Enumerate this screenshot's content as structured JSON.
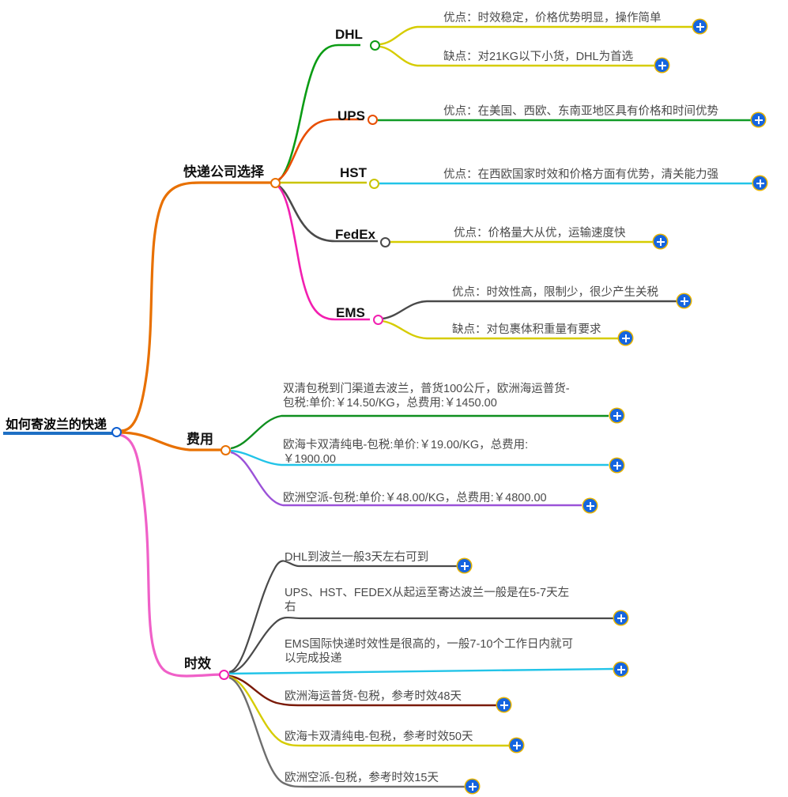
{
  "document": {
    "type": "mind-map",
    "language": "zh-CN",
    "background": "#ffffff"
  },
  "root": {
    "label": "如何寄波兰的快递",
    "underline_color": "#1e6fc4",
    "handle_color": "#0f5fd0"
  },
  "branches": [
    {
      "id": "carrier",
      "label": "快递公司选择",
      "line_color": "#e87000",
      "handle_color": "#e87000",
      "children": [
        {
          "label": "DHL",
          "line_color": "#0b9c14",
          "handle_color": "#0b9c14",
          "leaves": [
            {
              "text": "优点：时效稳定，价格优势明显，操作简单",
              "line_color": "#d6cc00"
            },
            {
              "text": "缺点：对21KG以下小货，DHL为首选",
              "line_color": "#d6cc00"
            }
          ]
        },
        {
          "label": "UPS",
          "line_color": "#e84e00",
          "handle_color": "#e84e00",
          "leaves": [
            {
              "text": "优点：在美国、西欧、东南亚地区具有价格和时间优势",
              "line_color": "#109b26"
            }
          ]
        },
        {
          "label": "HST",
          "line_color": "#c9c400",
          "handle_color": "#c9c400",
          "leaves": [
            {
              "text": "优点：在西欧国家时效和价格方面有优势，清关能力强",
              "line_color": "#22c4e8"
            }
          ]
        },
        {
          "label": "FedEx",
          "line_color": "#4a4a4a",
          "handle_color": "#4a4a4a",
          "leaves": [
            {
              "text": "优点：价格量大从优，运输速度快",
              "line_color": "#d6cc00"
            }
          ]
        },
        {
          "label": "EMS",
          "line_color": "#f21fb0",
          "handle_color": "#f21fb0",
          "leaves": [
            {
              "text": "优点：时效性高，限制少，很少产生关税",
              "line_color": "#4a4a4a"
            },
            {
              "text": "缺点：对包裹体积重量有要求",
              "line_color": "#d6cc00"
            }
          ]
        }
      ]
    },
    {
      "id": "cost",
      "label": "费用",
      "line_color": "#e87000",
      "handle_color": "#e87000",
      "children": [],
      "leaves": [
        {
          "text": "双清包税到门渠道去波兰，普货100公斤，欧洲海运普货-\n包税:单价:￥14.50/KG，总费用:￥1450.00",
          "line_color": "#0f8f1f"
        },
        {
          "text": "欧海卡双清纯电-包税:单价:￥19.00/KG，总费用:\n￥1900.00",
          "line_color": "#22c4e8"
        },
        {
          "text": "欧洲空派-包税:单价:￥48.00/KG，总费用:￥4800.00",
          "line_color": "#9b52d8"
        }
      ]
    },
    {
      "id": "transit",
      "label": "时效",
      "line_color": "#f060c8",
      "handle_color": "#f21fb0",
      "children": [],
      "leaves": [
        {
          "text": "DHL到波兰一般3天左右可到",
          "line_color": "#4a4a4a"
        },
        {
          "text": "UPS、HST、FEDEX从起运至寄达波兰一般是在5-7天左\n右",
          "line_color": "#4a4a4a"
        },
        {
          "text": "EMS国际快递时效性是很高的，一般7-10个工作日内就可\n以完成投递",
          "line_color": "#22c4e8"
        },
        {
          "text": "欧洲海运普货-包税，参考时效48天",
          "line_color": "#7a1a08"
        },
        {
          "text": "欧海卡双清纯电-包税，参考时效50天",
          "line_color": "#d6cc00"
        },
        {
          "text": "欧洲空派-包税，参考时效15天",
          "line_color": "#6e6e6e"
        }
      ]
    }
  ],
  "controls": {
    "expand_icon": "plus-icon",
    "expand_label": "+",
    "expand_fill": "#1565e0",
    "expand_ring": "#e8b400"
  }
}
